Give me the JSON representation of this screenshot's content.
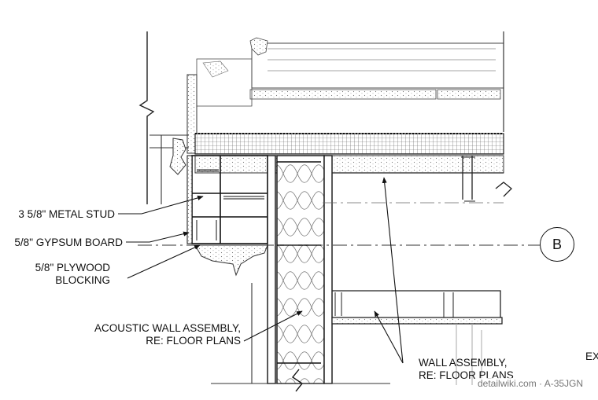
{
  "labels": {
    "metal_stud": "3 5/8\" METAL STUD",
    "gypsum_board": "5/8\" GYPSUM BOARD",
    "plywood_line1": "5/8\" PLYWOOD",
    "plywood_line2": "BLOCKING",
    "acoustic_line1": "ACOUSTIC WALL ASSEMBLY,",
    "acoustic_line2": "RE: FLOOR PLANS",
    "wall_line1": "WALL ASSEMBLY,",
    "wall_line2": "RE: FLOOR PLANS",
    "ext_fragment": "EX"
  },
  "grid_bubble": {
    "letter": "B"
  },
  "watermark": "detailwiki.com · A-35JGN"
}
